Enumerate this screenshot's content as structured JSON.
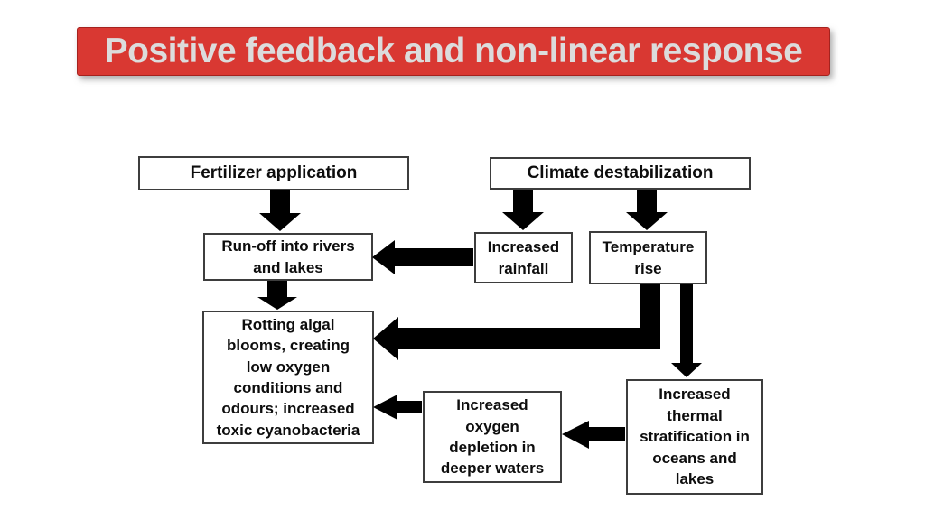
{
  "title": "Positive feedback and non-linear response",
  "theme": {
    "banner_bg": "#d93832",
    "banner_text": "#dcdcdc",
    "box_bg": "#ffffff",
    "box_border": "#3d3d3d",
    "arrow_color": "#000000"
  },
  "nodes": {
    "fertilizer": {
      "label": "Fertilizer application"
    },
    "climate": {
      "label": "Climate destabilization"
    },
    "runoff": {
      "label": "Run-off into rivers\nand lakes"
    },
    "rainfall": {
      "label": "Increased\nrainfall"
    },
    "temperature": {
      "label": "Temperature\nrise"
    },
    "rotting": {
      "label": "Rotting algal\nblooms, creating\nlow oxygen\nconditions and\nodours; increased\ntoxic cyanobacteria"
    },
    "oxygen": {
      "label": "Increased\noxygen\ndepletion in\ndeeper waters"
    },
    "thermal": {
      "label": "Increased\nthermal\nstratification in\noceans and\nlakes"
    }
  },
  "edges": [
    {
      "from": "fertilizer",
      "to": "runoff"
    },
    {
      "from": "climate",
      "to": "rainfall"
    },
    {
      "from": "climate",
      "to": "temperature"
    },
    {
      "from": "rainfall",
      "to": "runoff"
    },
    {
      "from": "runoff",
      "to": "rotting"
    },
    {
      "from": "temperature",
      "to": "rotting"
    },
    {
      "from": "temperature",
      "to": "thermal"
    },
    {
      "from": "thermal",
      "to": "oxygen"
    },
    {
      "from": "oxygen",
      "to": "rotting"
    }
  ]
}
